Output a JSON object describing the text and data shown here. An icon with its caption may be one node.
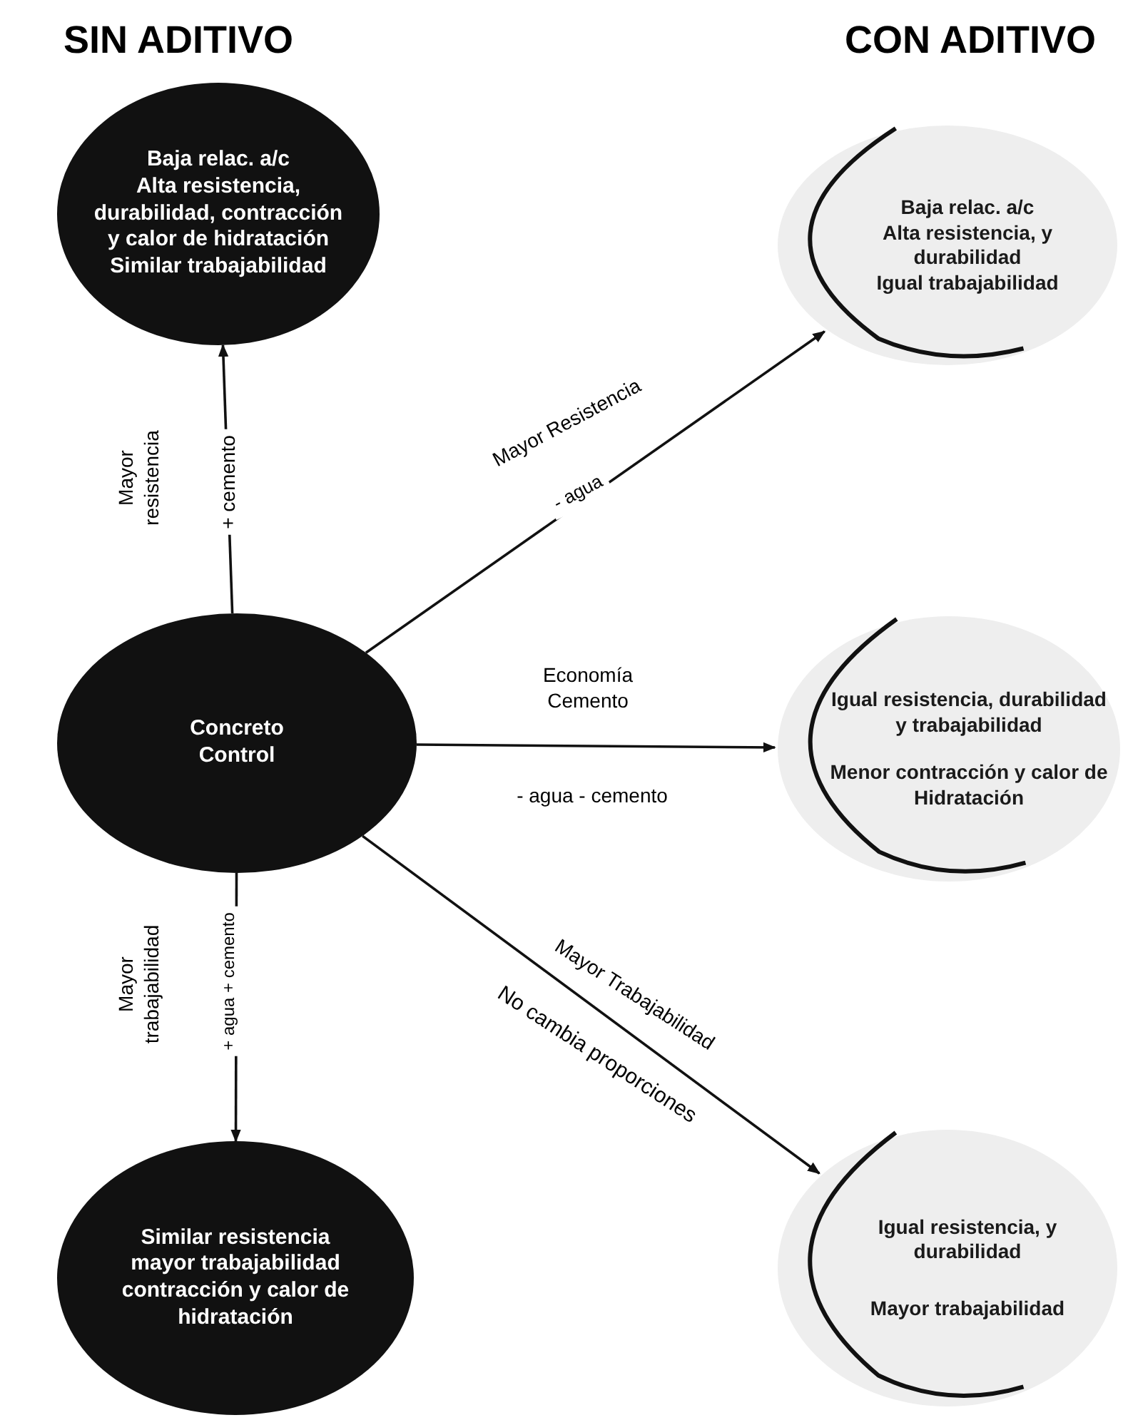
{
  "diagram": {
    "nodes": [
      {
        "text": [
          "Baja relac. a/c",
          "Alta resistencia, durabilidad, contracción y calor de hidratación",
          "Similar trabajabilidad"
        ]
      },
      {
        "text": [
          "Baja relac. a/c",
          "Alta resistencia, y durabilidad",
          "Igual trabajabilidad"
        ]
      },
      {
        "text": [
          "Concreto Control"
        ]
      },
      {
        "text": [
          "Igual resistencia, durabilidad y trabajabilidad",
          "Menor contracción y calor de Hidratación"
        ]
      },
      {
        "text": [
          "Similar resistencia mayor trabajabilidad contracción y calor de hidratación"
        ]
      },
      {
        "text": [
          "Igual resistencia, y durabilidad",
          "Mayor trabajabilidad"
        ]
      }
    ],
    "edges": [
      {
        "from": 2,
        "to": 0,
        "arrow": "to",
        "label": "Mayor resistencia"
      },
      {
        "from": 2,
        "to": 1,
        "arrow": "to",
        "label": "Mayor Resistencia"
      },
      {
        "from": 2,
        "to": 3,
        "arrow": "to",
        "label": "Economía Cemento"
      },
      {
        "from": 2,
        "to": 4,
        "arrow": "to",
        "label": "Mayor trabajabilidad"
      },
      {
        "from": 2,
        "to": 5,
        "arrow": "to",
        "label": "Mayor Trabajabilidad"
      }
    ],
    "labels": [
      "SIN ADITIVO",
      "CON ADITIVO",
      "+ cemento",
      "- agua",
      "- agua - cemento",
      "+ agua + cemento",
      "No cambia proporciones"
    ]
  }
}
